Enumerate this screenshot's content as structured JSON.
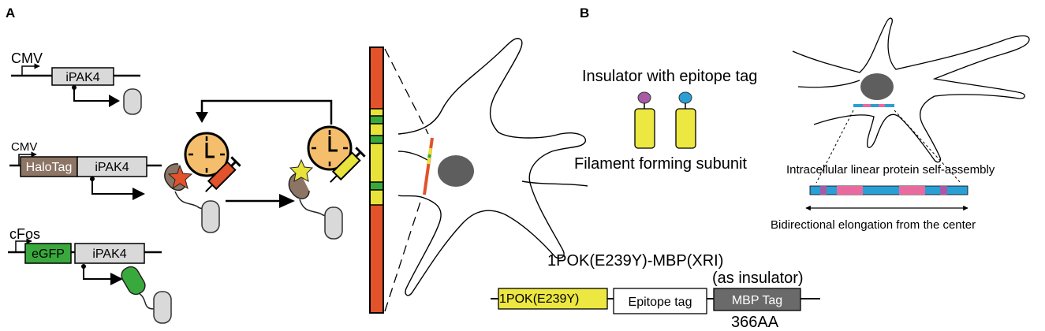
{
  "panels": {
    "a": "A",
    "b": "B"
  },
  "constructs": [
    {
      "promoter": "CMV",
      "tag": "",
      "gene": "iPAK4"
    },
    {
      "promoter": "CMV",
      "tag": "HaloTag",
      "gene": "iPAK4"
    },
    {
      "promoter": "cFos",
      "tag": "eGFP",
      "gene": "iPAK4"
    }
  ],
  "panel_b": {
    "insulator_label": "Insulator with epitope tag",
    "filament_label": "Filament forming subunit",
    "self_assembly_label": "Intracellular linear protein self-assembly",
    "elongation_label": "Bidirectional elongation from the center",
    "construct_title": "1POK(E239Y)-MBP(XRI)",
    "insulator_note": "(as insulator)",
    "segments": {
      "filament": "1POK(E239Y)",
      "epitope": "Epitope tag",
      "mbp": "MBP Tag"
    },
    "length": "366AA"
  },
  "colors": {
    "red": "#e2522b",
    "yellow": "#e8e33a",
    "green": "#3aa93d",
    "orange_clock": "#f5be6d",
    "brown": "#8c7565",
    "gray_box": "#d9d9d9",
    "filament_yellow": "#ece741",
    "insulator_purple": "#a85aa4",
    "insulator_blue": "#2a9fd6",
    "fiber_pink": "#e96a9f",
    "mbp_gray": "#6a6a6a",
    "nucleus": "#5e5e5e"
  }
}
